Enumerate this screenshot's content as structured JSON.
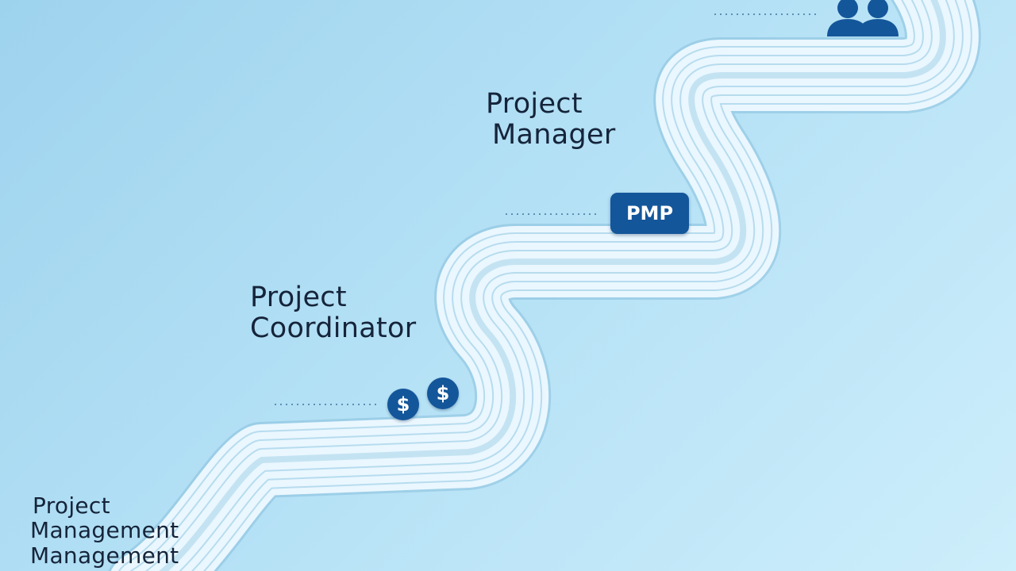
{
  "stages": [
    {
      "label_lines": [
        "Project",
        "Manager"
      ]
    },
    {
      "label_lines": [
        "Project",
        "Coordinator"
      ]
    },
    {
      "label_lines": [
        "Project",
        "Management",
        "Management"
      ]
    }
  ],
  "milestones": {
    "certification_badge": "PMP",
    "coin_symbol": "$"
  },
  "icons": [
    "people-icon",
    "dollar-coin-icon"
  ],
  "colors": {
    "background": "#b3e0f5",
    "path": "#eaf7ff",
    "accent": "#14569a",
    "text": "#15243a"
  }
}
